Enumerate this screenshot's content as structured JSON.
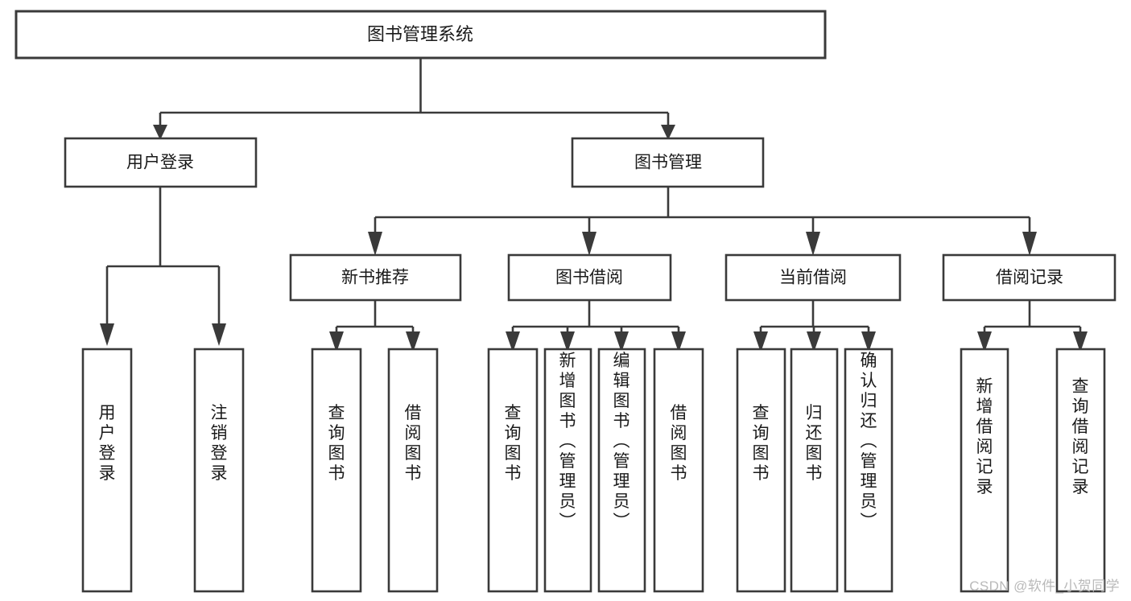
{
  "diagram": {
    "title": "图书管理系统",
    "type": "hierarchy-tree",
    "watermark": "CSDN @软件_小贺同学",
    "colors": {
      "stroke": "#3a3a3a",
      "box_fill": "#ffffff",
      "text": "#1a1a1a",
      "background": "#ffffff",
      "watermark": "#b9b9b9"
    },
    "levels": {
      "level1": [
        {
          "id": "root",
          "label": "图书管理系统"
        }
      ],
      "level2": [
        {
          "id": "user-login",
          "label": "用户登录"
        },
        {
          "id": "book-manage",
          "label": "图书管理"
        }
      ],
      "level3": [
        {
          "id": "new-book-rec",
          "label": "新书推荐"
        },
        {
          "id": "book-borrow",
          "label": "图书借阅"
        },
        {
          "id": "current-borrow",
          "label": "当前借阅"
        },
        {
          "id": "borrow-record",
          "label": "借阅记录"
        }
      ],
      "level4": [
        {
          "id": "leaf-user-login",
          "label": "用户登录",
          "parent": "user-login"
        },
        {
          "id": "leaf-user-logout",
          "label": "注销登录",
          "parent": "user-login"
        },
        {
          "id": "leaf-query-book-1",
          "label": "查询图书",
          "parent": "new-book-rec"
        },
        {
          "id": "leaf-borrow-book-1",
          "label": "借阅图书",
          "parent": "new-book-rec"
        },
        {
          "id": "leaf-query-book-2",
          "label": "查询图书",
          "parent": "book-borrow"
        },
        {
          "id": "leaf-add-book",
          "label": "新增图书（管理员）",
          "parent": "book-borrow"
        },
        {
          "id": "leaf-edit-book",
          "label": "编辑图书（管理员）",
          "parent": "book-borrow"
        },
        {
          "id": "leaf-borrow-book-2",
          "label": "借阅图书",
          "parent": "book-borrow"
        },
        {
          "id": "leaf-query-book-3",
          "label": "查询图书",
          "parent": "current-borrow"
        },
        {
          "id": "leaf-return-book",
          "label": "归还图书",
          "parent": "current-borrow"
        },
        {
          "id": "leaf-confirm-return",
          "label": "确认归还（管理员）",
          "parent": "current-borrow"
        },
        {
          "id": "leaf-add-record",
          "label": "新增借阅记录",
          "parent": "borrow-record"
        },
        {
          "id": "leaf-query-record",
          "label": "查询借阅记录",
          "parent": "borrow-record"
        }
      ]
    }
  }
}
